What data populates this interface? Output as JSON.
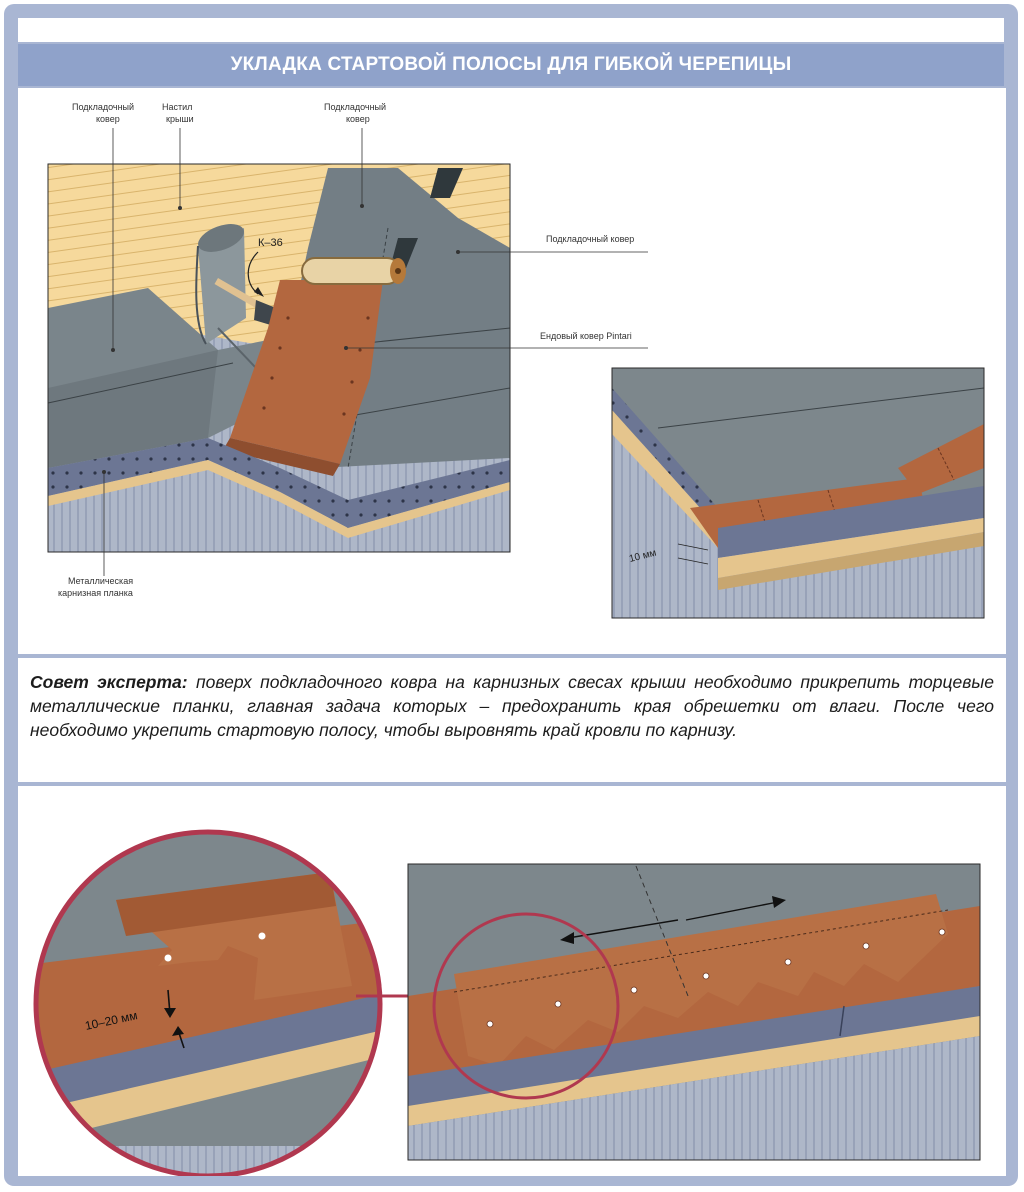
{
  "title": "УКЛАДКА СТАРТОВОЙ ПОЛОСЫ ДЛЯ ГИБКОЙ ЧЕРЕПИЦЫ",
  "labels": {
    "underlay_1": [
      "Подкладочный",
      "ковер"
    ],
    "roof_deck": [
      "Настил",
      "крыши"
    ],
    "underlay_2": [
      "Подкладочный",
      "ковер"
    ],
    "underlay_3": "Подкладочный ковер",
    "valley_carpet": "Ендовый ковер Pintari",
    "metal_strip": [
      "Металлическая",
      "карнизная планка"
    ],
    "k36": "К–36",
    "gap_10": "10 мм",
    "gap_10_20": "10–20 мм"
  },
  "tip": {
    "lead": "Совет эксперта:",
    "text": " поверх подкладочного ковра на карнизных свесах крыши необходимо прикрепить торцевые металлические планки, главная задача которых – предохранить края обрешетки от влаги. После чего необходимо укрепить стартовую полосу, чтобы выровнять край кровли по карнизу."
  },
  "colors": {
    "frame": "#a9b6d3",
    "title_bar": "#8fa2ca",
    "underlay": "#7a858b",
    "copper": "#b3673f",
    "metal_strip": "#6c7694",
    "deck": "#f6d99c",
    "wall": "#aab3c5",
    "callout": "#b0384f"
  }
}
